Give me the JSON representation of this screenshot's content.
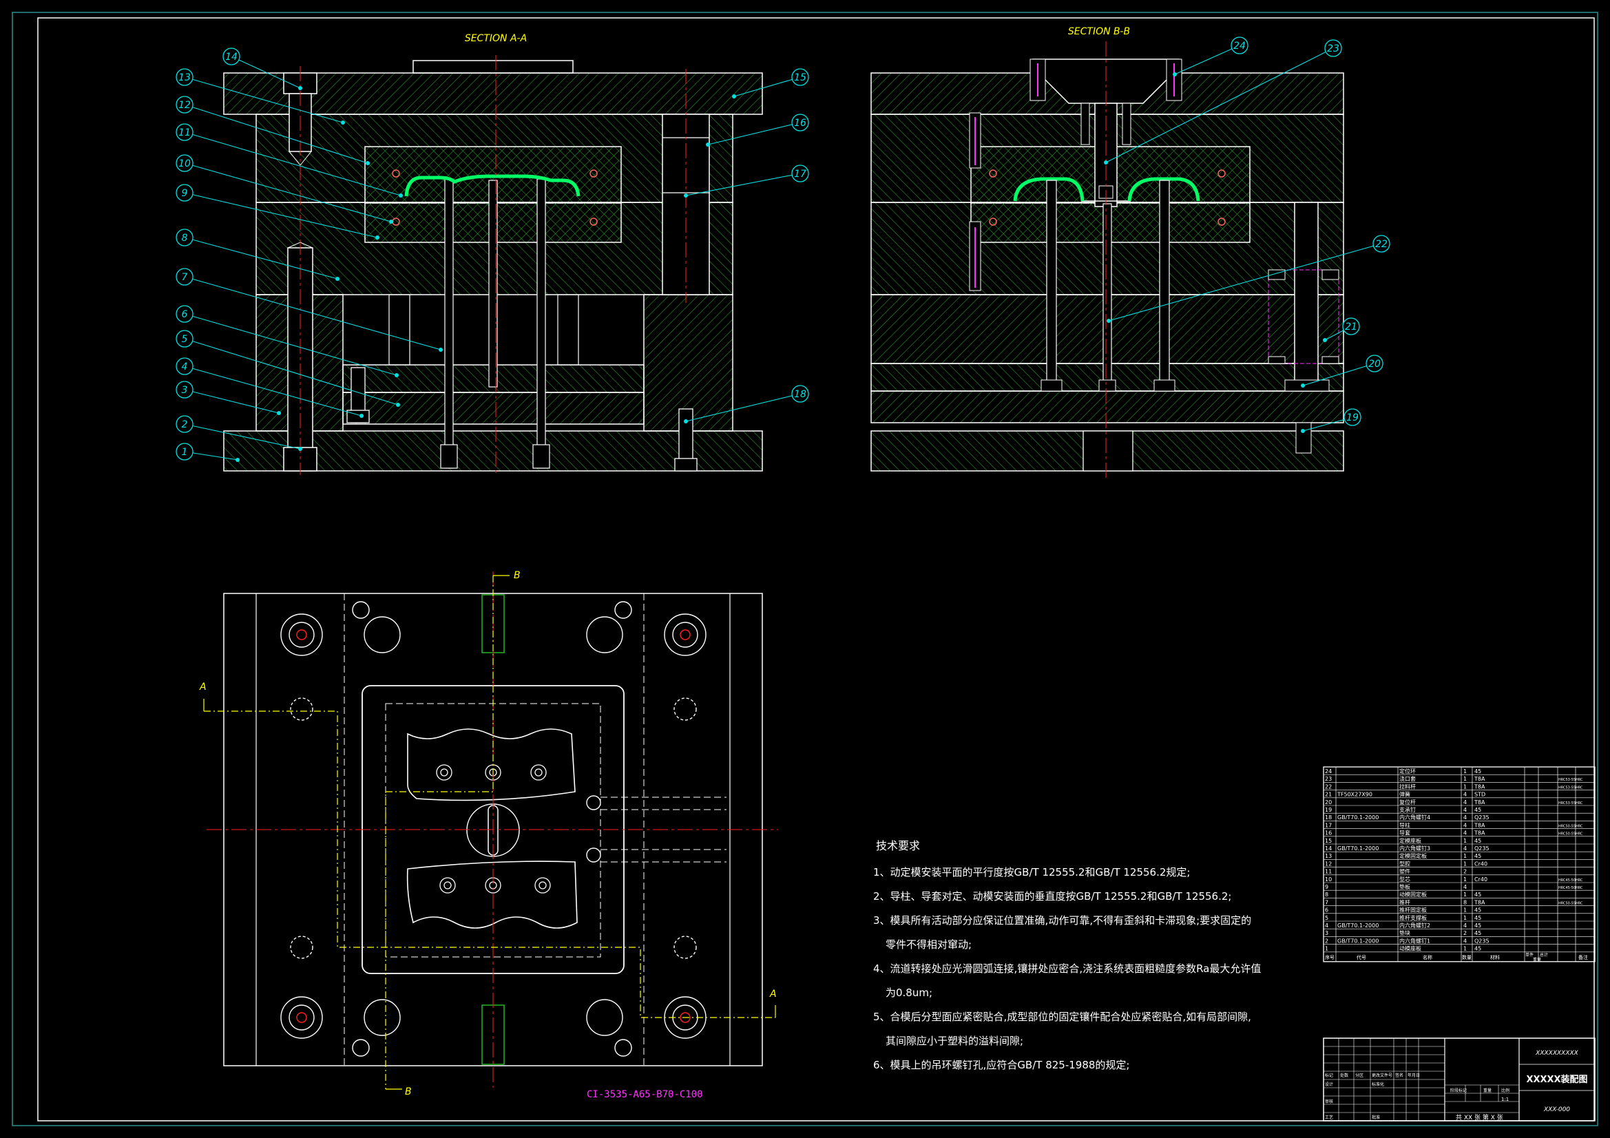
{
  "sections": {
    "a": {
      "title": "SECTION A-A"
    },
    "b": {
      "title": "SECTION B-B"
    }
  },
  "callouts": {
    "a": [
      "1",
      "2",
      "3",
      "4",
      "5",
      "6",
      "7",
      "8",
      "9",
      "10",
      "11",
      "12",
      "13",
      "14",
      "15",
      "16",
      "17",
      "18"
    ],
    "b": [
      "19",
      "20",
      "21",
      "22",
      "23",
      "24"
    ]
  },
  "plan": {
    "cut_label_a": "A",
    "cut_label_b": "B",
    "mold_base_code": "CI-3535-A65-B70-C100"
  },
  "tech": {
    "heading": "技术要求",
    "lines": [
      "1、动定模安装平面的平行度按GB/T 12555.2和GB/T 12556.2规定;",
      "2、导柱、导套对定、动模安装面的垂直度按GB/T 12555.2和GB/T 12556.2;",
      "3、模具所有活动部分应保证位置准确,动作可靠,不得有歪斜和卡滞现象;要求固定的",
      "零件不得相对窜动;",
      "4、流道转接处应光滑圆弧连接,镶拼处应密合,浇注系统表面粗糙度参数Ra最大允许值",
      "为0.8um;",
      "5、合模后分型面应紧密贴合,成型部位的固定镶件配合处应紧密贴合,如有局部间隙,",
      "其间隙应小于塑料的溢料间隙;",
      "6、模具上的吊环螺钉孔,应符合GB/T 825-1988的规定;"
    ]
  },
  "bom": [
    {
      "no": "24",
      "code": "",
      "name": "定位环",
      "qty": "1",
      "mat": "45",
      "note": ""
    },
    {
      "no": "23",
      "code": "",
      "name": "浇口套",
      "qty": "1",
      "mat": "T8A",
      "note": "HRC53-55HRC"
    },
    {
      "no": "22",
      "code": "",
      "name": "拉料杆",
      "qty": "1",
      "mat": "T8A",
      "note": "HRC53-55HRC"
    },
    {
      "no": "21",
      "code": "TF50X27X90",
      "name": "弹簧",
      "qty": "4",
      "mat": "STD",
      "note": ""
    },
    {
      "no": "20",
      "code": "",
      "name": "复位杆",
      "qty": "4",
      "mat": "T8A",
      "note": "HRC53-55HRC"
    },
    {
      "no": "19",
      "code": "",
      "name": "支承钉",
      "qty": "4",
      "mat": "45",
      "note": ""
    },
    {
      "no": "18",
      "code": "GB/T70.1-2000",
      "name": "内六角螺钉4",
      "qty": "4",
      "mat": "Q235",
      "note": ""
    },
    {
      "no": "17",
      "code": "",
      "name": "导柱",
      "qty": "4",
      "mat": "T8A",
      "note": "HRC50-55HRC"
    },
    {
      "no": "16",
      "code": "",
      "name": "导套",
      "qty": "4",
      "mat": "T8A",
      "note": "HRC50-55HRC"
    },
    {
      "no": "15",
      "code": "",
      "name": "定模座板",
      "qty": "1",
      "mat": "45",
      "note": ""
    },
    {
      "no": "14",
      "code": "GB/T70.1-2000",
      "name": "内六角螺钉3",
      "qty": "4",
      "mat": "Q235",
      "note": ""
    },
    {
      "no": "13",
      "code": "",
      "name": "定模固定板",
      "qty": "1",
      "mat": "45",
      "note": ""
    },
    {
      "no": "12",
      "code": "",
      "name": "型腔",
      "qty": "1",
      "mat": "Cr40",
      "note": ""
    },
    {
      "no": "11",
      "code": "",
      "name": "塑件",
      "qty": "2",
      "mat": "",
      "note": ""
    },
    {
      "no": "10",
      "code": "",
      "name": "型芯",
      "qty": "1",
      "mat": "Cr40",
      "note": "HRC45-50HRC"
    },
    {
      "no": "9",
      "code": "",
      "name": "垫板",
      "qty": "4",
      "mat": "",
      "note": "HRC45-50HRC"
    },
    {
      "no": "8",
      "code": "",
      "name": "动模固定板",
      "qty": "1",
      "mat": "45",
      "note": ""
    },
    {
      "no": "7",
      "code": "",
      "name": "推杆",
      "qty": "8",
      "mat": "T8A",
      "note": "HRC50-55HRC"
    },
    {
      "no": "6",
      "code": "",
      "name": "推杆固定板",
      "qty": "1",
      "mat": "45",
      "note": ""
    },
    {
      "no": "5",
      "code": "",
      "name": "推杆支撑板",
      "qty": "1",
      "mat": "45",
      "note": ""
    },
    {
      "no": "4",
      "code": "GB/T70.1-2000",
      "name": "内六角螺钉2",
      "qty": "4",
      "mat": "45",
      "note": ""
    },
    {
      "no": "3",
      "code": "",
      "name": "垫块",
      "qty": "2",
      "mat": "45",
      "note": ""
    },
    {
      "no": "2",
      "code": "GB/T70.1-2000",
      "name": "内六角螺钉1",
      "qty": "4",
      "mat": "Q235",
      "note": ""
    },
    {
      "no": "1",
      "code": "",
      "name": "动模座板",
      "qty": "1",
      "mat": "45",
      "note": ""
    }
  ],
  "bom_header": {
    "no": "序号",
    "code": "代号",
    "name": "名称",
    "qty": "数量",
    "mat": "材料",
    "unit": "单件",
    "total": "总计",
    "weight": "重量",
    "note": "备注"
  },
  "title_block": {
    "company": "XXXXXXXXXX",
    "drawing_title": "XXXXX装配图",
    "drawing_no": "XXX-000",
    "scale": "1:1",
    "sheets": "共 XX 张  第 X 张",
    "stage_label": "阶段标记",
    "weight_label": "重量",
    "scale_label": "比例",
    "labels_row1": [
      "标记",
      "处数",
      "分区",
      "更改文件号",
      "签名",
      "年月日"
    ],
    "labels_row2": [
      "设计",
      "",
      "",
      "标准化",
      "",
      ""
    ],
    "labels_row3": [
      "审核"
    ],
    "labels_row4": [
      "工艺",
      "",
      "",
      "批准"
    ]
  },
  "colors": {
    "hatch": "#2a8f2a",
    "outline": "#ffffff",
    "centerline": "#ff2020",
    "leader": "#00e0e0",
    "part": "#00ff66",
    "yellow": "#ffff00",
    "magenta": "#ff33ff",
    "green_bolt": "#22aa22"
  }
}
